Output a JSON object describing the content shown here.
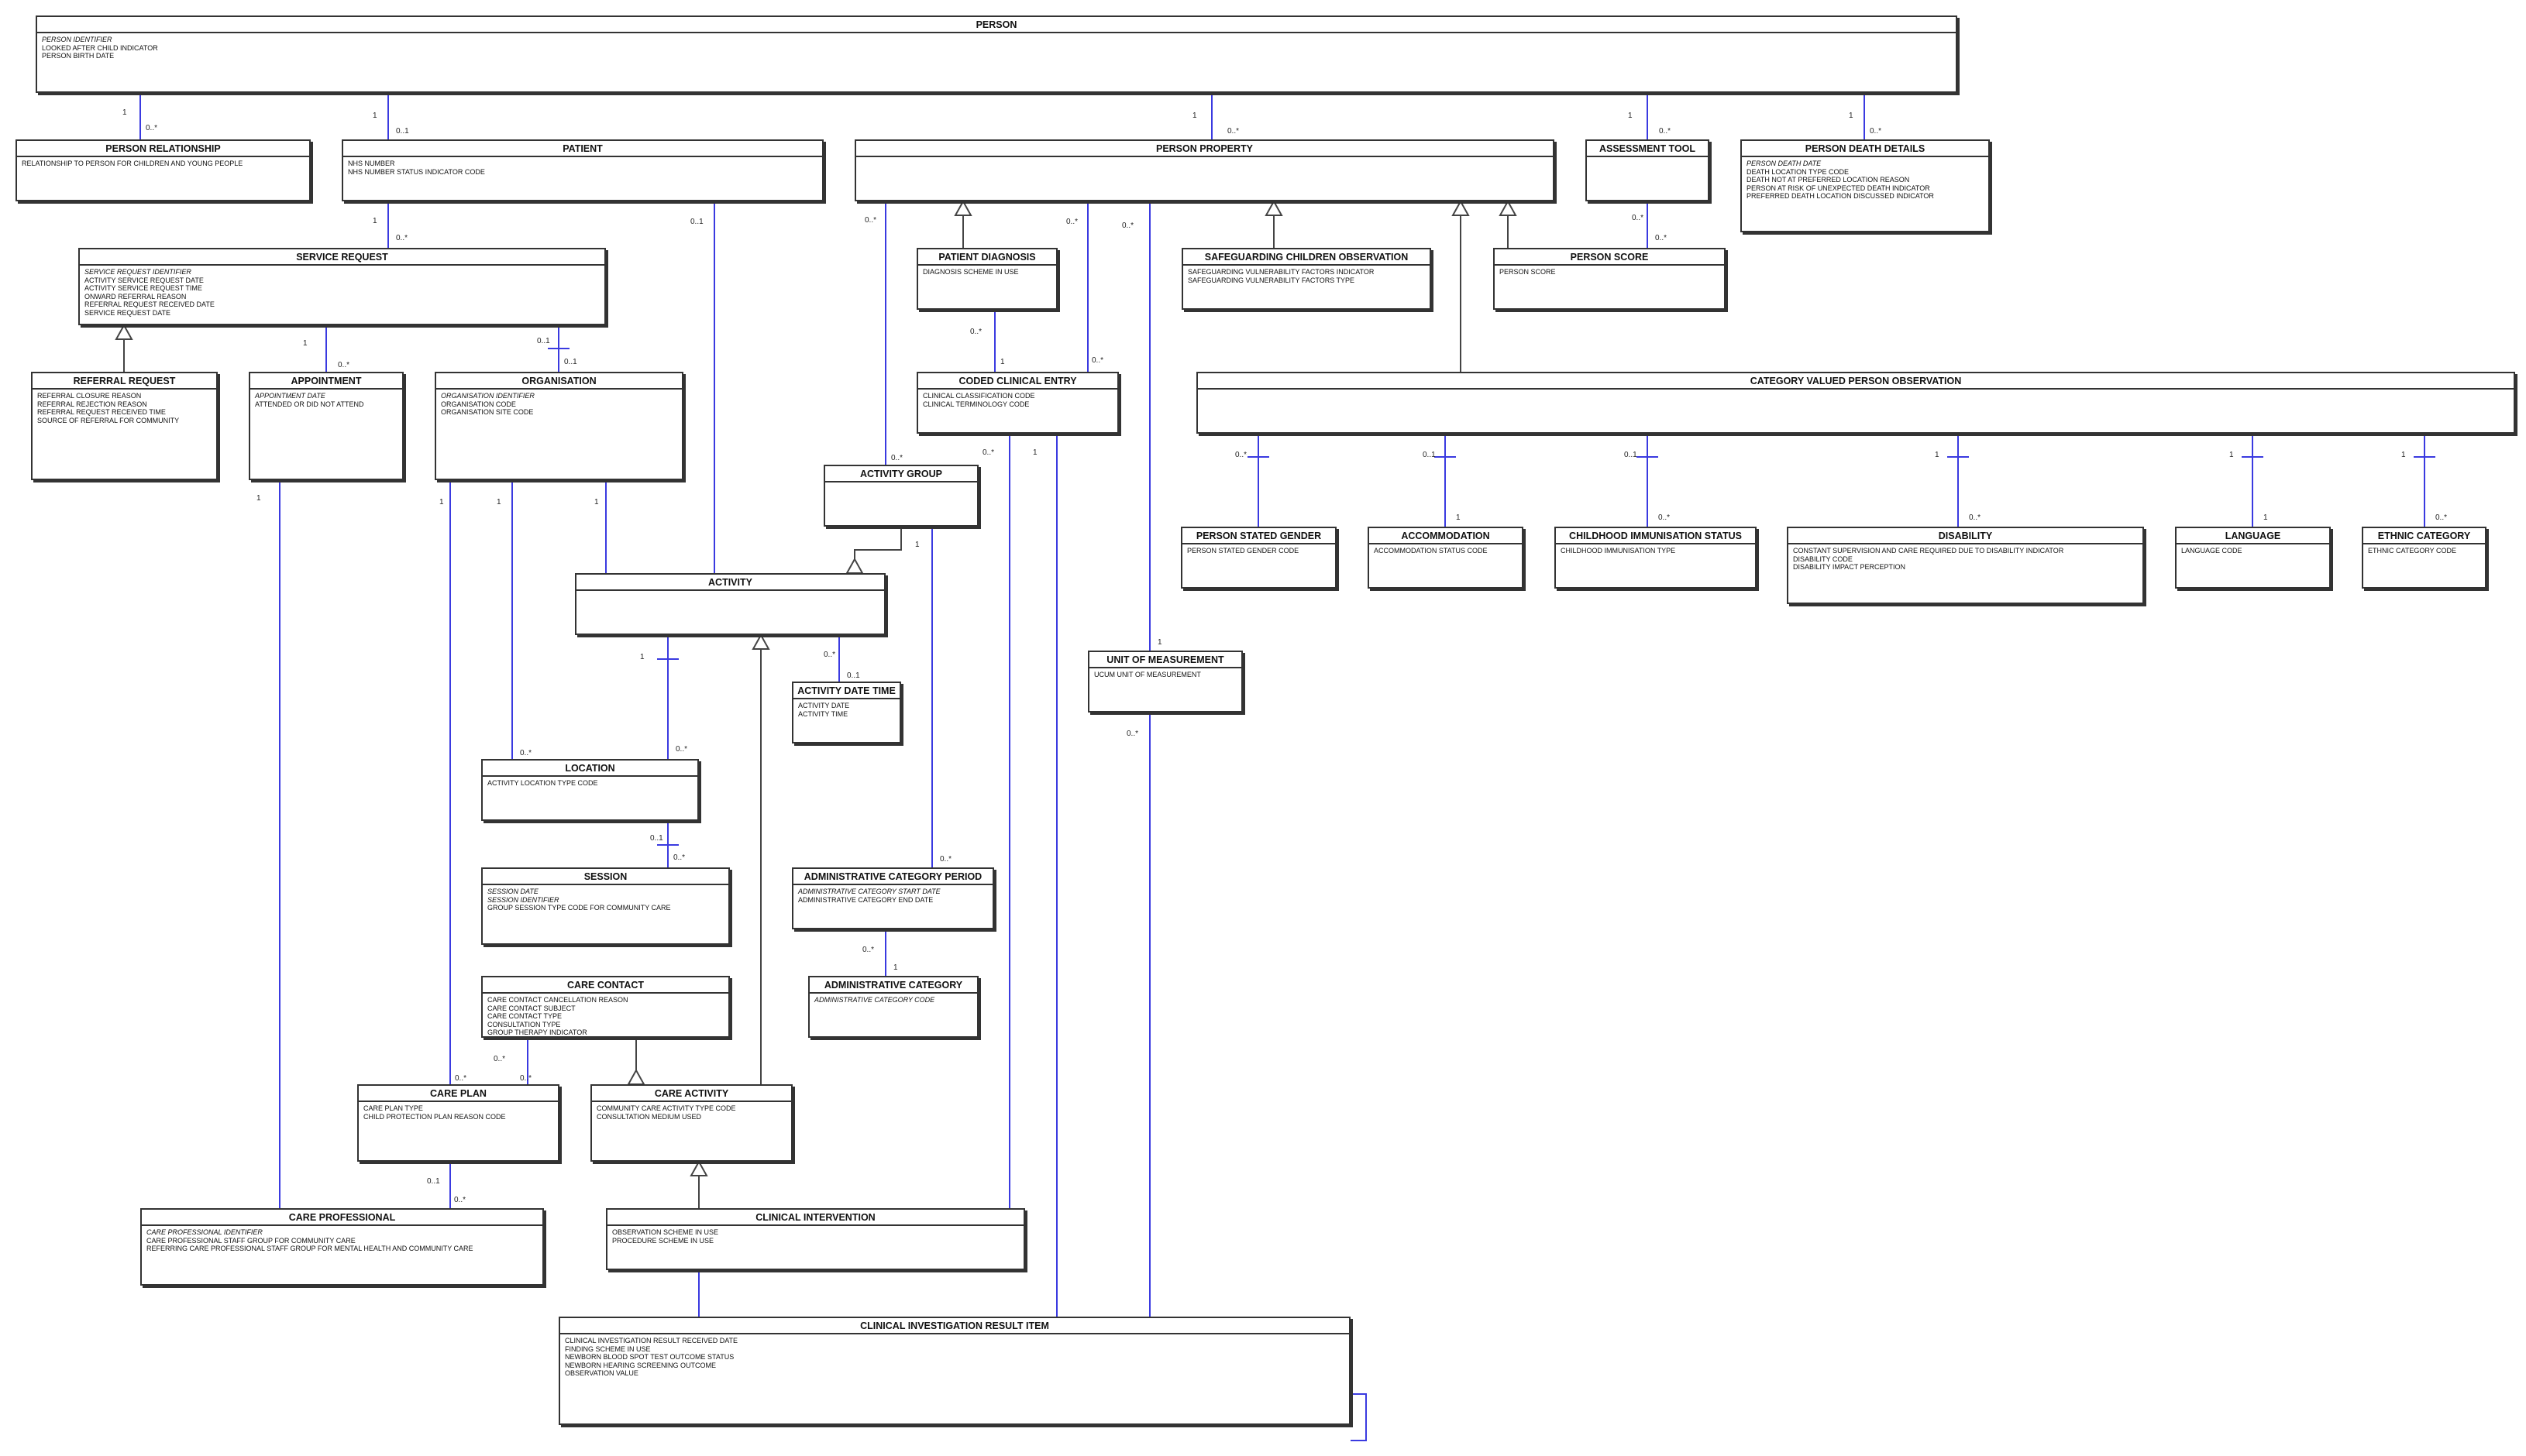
{
  "colors": {
    "connector": "#3a3ae0",
    "generalization": "#444444",
    "box_border": "#333333"
  },
  "entities": [
    {
      "id": "person",
      "name": "PERSON",
      "keys": [
        "PERSON IDENTIFIER"
      ],
      "attributes": [
        "LOOKED AFTER CHILD INDICATOR",
        "PERSON BIRTH DATE"
      ]
    },
    {
      "id": "person-relationship",
      "name": "PERSON RELATIONSHIP",
      "keys": [],
      "attributes": [
        "RELATIONSHIP TO PERSON FOR CHILDREN AND YOUNG PEOPLE"
      ]
    },
    {
      "id": "patient",
      "name": "PATIENT",
      "keys": [],
      "attributes": [
        "NHS NUMBER",
        "NHS NUMBER STATUS INDICATOR CODE"
      ]
    },
    {
      "id": "person-property",
      "name": "PERSON PROPERTY",
      "keys": [],
      "attributes": []
    },
    {
      "id": "assessment-tool",
      "name": "ASSESSMENT TOOL",
      "keys": [],
      "attributes": []
    },
    {
      "id": "person-death-details",
      "name": "PERSON DEATH DETAILS",
      "keys": [
        "PERSON DEATH DATE"
      ],
      "attributes": [
        "DEATH LOCATION TYPE CODE",
        "DEATH NOT AT PREFERRED LOCATION REASON",
        "PERSON AT RISK OF UNEXPECTED DEATH INDICATOR",
        "PREFERRED DEATH LOCATION DISCUSSED INDICATOR"
      ]
    },
    {
      "id": "service-request",
      "name": "SERVICE REQUEST",
      "keys": [
        "SERVICE REQUEST IDENTIFIER"
      ],
      "attributes": [
        "ACTIVITY SERVICE REQUEST DATE",
        "ACTIVITY SERVICE REQUEST TIME",
        "ONWARD REFERRAL REASON",
        "REFERRAL REQUEST RECEIVED DATE",
        "SERVICE REQUEST DATE"
      ]
    },
    {
      "id": "patient-diagnosis",
      "name": "PATIENT DIAGNOSIS",
      "keys": [],
      "attributes": [
        "DIAGNOSIS SCHEME IN USE"
      ]
    },
    {
      "id": "safeguarding-children-observation",
      "name": "SAFEGUARDING CHILDREN OBSERVATION",
      "keys": [],
      "attributes": [
        "SAFEGUARDING VULNERABILITY FACTORS INDICATOR",
        "SAFEGUARDING VULNERABILITY FACTORS TYPE"
      ]
    },
    {
      "id": "person-score",
      "name": "PERSON SCORE",
      "keys": [],
      "attributes": [
        "PERSON SCORE"
      ]
    },
    {
      "id": "referral-request",
      "name": "REFERRAL REQUEST",
      "keys": [],
      "attributes": [
        "REFERRAL CLOSURE REASON",
        "REFERRAL REJECTION REASON",
        "REFERRAL REQUEST RECEIVED TIME",
        "SOURCE OF REFERRAL FOR COMMUNITY"
      ]
    },
    {
      "id": "appointment",
      "name": "APPOINTMENT",
      "keys": [
        "APPOINTMENT DATE"
      ],
      "attributes": [
        "ATTENDED OR DID NOT ATTEND"
      ]
    },
    {
      "id": "organisation",
      "name": "ORGANISATION",
      "keys": [
        "ORGANISATION IDENTIFIER"
      ],
      "attributes": [
        "ORGANISATION CODE",
        "ORGANISATION SITE CODE"
      ]
    },
    {
      "id": "coded-clinical-entry",
      "name": "CODED CLINICAL ENTRY",
      "keys": [],
      "attributes": [
        "CLINICAL CLASSIFICATION CODE",
        "CLINICAL TERMINOLOGY CODE"
      ]
    },
    {
      "id": "category-valued-person-observation",
      "name": "CATEGORY VALUED PERSON OBSERVATION",
      "keys": [],
      "attributes": []
    },
    {
      "id": "activity-group",
      "name": "ACTIVITY GROUP",
      "keys": [],
      "attributes": []
    },
    {
      "id": "person-stated-gender",
      "name": "PERSON STATED GENDER",
      "keys": [],
      "attributes": [
        "PERSON STATED GENDER CODE"
      ]
    },
    {
      "id": "accommodation",
      "name": "ACCOMMODATION",
      "keys": [],
      "attributes": [
        "ACCOMMODATION STATUS CODE"
      ]
    },
    {
      "id": "childhood-immunisation-status",
      "name": "CHILDHOOD IMMUNISATION STATUS",
      "keys": [],
      "attributes": [
        "CHILDHOOD IMMUNISATION TYPE"
      ]
    },
    {
      "id": "disability",
      "name": "DISABILITY",
      "keys": [],
      "attributes": [
        "CONSTANT SUPERVISION AND CARE REQUIRED DUE TO DISABILITY INDICATOR",
        "DISABILITY CODE",
        "DISABILITY IMPACT PERCEPTION"
      ]
    },
    {
      "id": "language",
      "name": "LANGUAGE",
      "keys": [],
      "attributes": [
        "LANGUAGE CODE"
      ]
    },
    {
      "id": "ethnic-category",
      "name": "ETHNIC CATEGORY",
      "keys": [],
      "attributes": [
        "ETHNIC CATEGORY CODE"
      ]
    },
    {
      "id": "activity",
      "name": "ACTIVITY",
      "keys": [],
      "attributes": []
    },
    {
      "id": "unit-of-measurement",
      "name": "UNIT OF MEASUREMENT",
      "keys": [],
      "attributes": [
        "UCUM UNIT OF MEASUREMENT"
      ]
    },
    {
      "id": "activity-date-time",
      "name": "ACTIVITY DATE TIME",
      "keys": [],
      "attributes": [
        "ACTIVITY DATE",
        "ACTIVITY TIME"
      ]
    },
    {
      "id": "location",
      "name": "LOCATION",
      "keys": [],
      "attributes": [
        "ACTIVITY LOCATION TYPE CODE"
      ]
    },
    {
      "id": "session",
      "name": "SESSION",
      "keys": [
        "SESSION DATE",
        "SESSION IDENTIFIER"
      ],
      "attributes": [
        "GROUP SESSION TYPE CODE FOR COMMUNITY CARE"
      ]
    },
    {
      "id": "administrative-category-period",
      "name": "ADMINISTRATIVE CATEGORY PERIOD",
      "keys": [
        "ADMINISTRATIVE CATEGORY START DATE"
      ],
      "attributes": [
        "ADMINISTRATIVE CATEGORY END DATE"
      ]
    },
    {
      "id": "care-contact",
      "name": "CARE CONTACT",
      "keys": [],
      "attributes": [
        "CARE CONTACT CANCELLATION REASON",
        "CARE CONTACT SUBJECT",
        "CARE CONTACT TYPE",
        "CONSULTATION TYPE",
        "GROUP THERAPY INDICATOR"
      ]
    },
    {
      "id": "administrative-category",
      "name": "ADMINISTRATIVE CATEGORY",
      "keys": [
        "ADMINISTRATIVE CATEGORY CODE"
      ],
      "attributes": []
    },
    {
      "id": "care-plan",
      "name": "CARE PLAN",
      "keys": [],
      "attributes": [
        "CARE PLAN TYPE",
        "CHILD PROTECTION PLAN REASON CODE"
      ]
    },
    {
      "id": "care-activity",
      "name": "CARE ACTIVITY",
      "keys": [],
      "attributes": [
        "COMMUNITY CARE ACTIVITY TYPE CODE",
        "CONSULTATION MEDIUM USED"
      ]
    },
    {
      "id": "care-professional",
      "name": "CARE PROFESSIONAL",
      "keys": [
        "CARE PROFESSIONAL IDENTIFIER"
      ],
      "attributes": [
        "CARE PROFESSIONAL STAFF GROUP FOR COMMUNITY CARE",
        "REFERRING CARE PROFESSIONAL STAFF GROUP FOR MENTAL HEALTH AND COMMUNITY CARE"
      ]
    },
    {
      "id": "clinical-intervention",
      "name": "CLINICAL INTERVENTION",
      "keys": [],
      "attributes": [
        "OBSERVATION SCHEME IN USE",
        "PROCEDURE SCHEME IN USE"
      ]
    },
    {
      "id": "clinical-investigation-result-item",
      "name": "CLINICAL INVESTIGATION RESULT ITEM",
      "keys": [],
      "attributes": [
        "CLINICAL INVESTIGATION RESULT RECEIVED DATE",
        "FINDING SCHEME IN USE",
        "NEWBORN BLOOD SPOT TEST OUTCOME STATUS",
        "NEWBORN HEARING SCREENING OUTCOME",
        "OBSERVATION VALUE"
      ]
    }
  ],
  "multiplicity_labels": [
    "1",
    "0..*",
    "1",
    "0..1",
    "1",
    "0..*",
    "1",
    "0..*",
    "1",
    "0..*",
    "1",
    "0..*",
    "0..1",
    "0..*",
    "0..*",
    "1",
    "0..*",
    "0..1",
    "0..1",
    "0..*",
    "0..*",
    "0..*",
    "0..*",
    "0..*",
    "0..*",
    "1",
    "1",
    "1",
    "1",
    "1",
    "1",
    "0..*",
    "1",
    "0..*",
    "0..1",
    "0..1",
    "1",
    "1",
    "1",
    "1",
    "0..*",
    "0..*",
    "1",
    "0..*",
    "0..*",
    "1",
    "1",
    "0..*",
    "0..1",
    "0..*",
    "0..*",
    "0..1",
    "0..*",
    "0..*",
    "1",
    "0..*",
    "0..*",
    "0..*",
    "0..*",
    "0..1",
    "0..*"
  ]
}
